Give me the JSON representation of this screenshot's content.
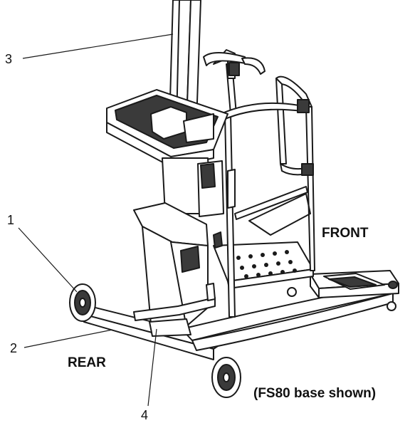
{
  "callouts": {
    "c1": "1",
    "c2": "2",
    "c3": "3",
    "c4": "4"
  },
  "labels": {
    "front": "FRONT",
    "rear": "REAR",
    "note": "(FS80 base shown)"
  },
  "colors": {
    "line": "#1a1a1a",
    "fill": "#ffffff",
    "shade": "#3a3a3a"
  }
}
